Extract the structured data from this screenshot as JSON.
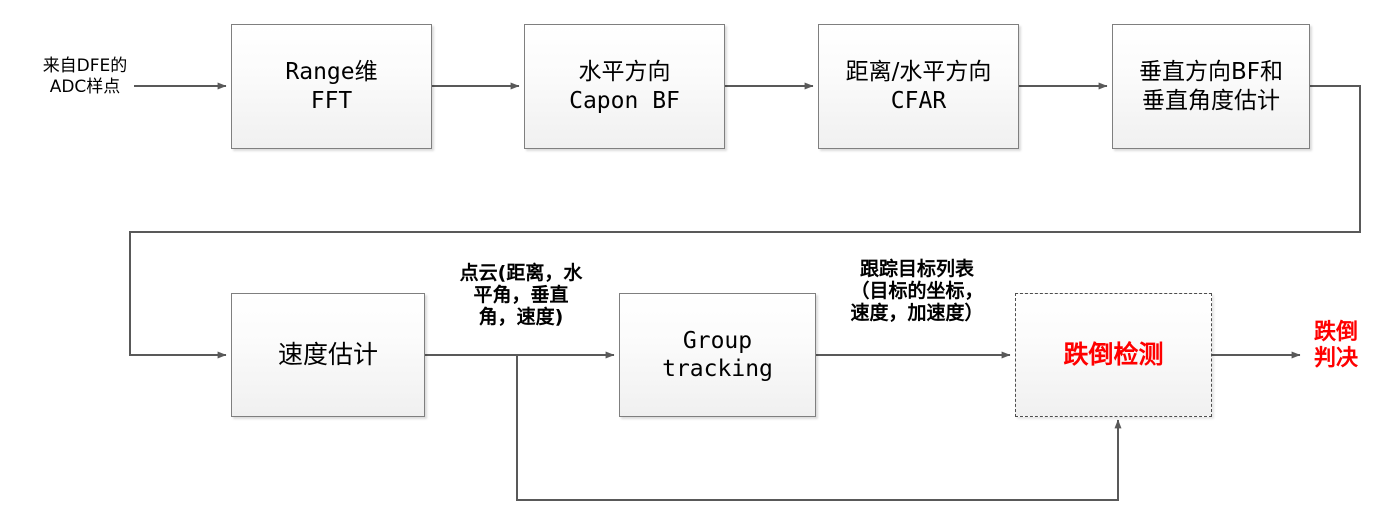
{
  "diagram": {
    "title": "Radar fall detection signal processing chain",
    "colors": {
      "box_border": "#7f7f7f",
      "box_fill": "#f4f4f4",
      "wire": "#595959",
      "accent_red": "#ff0000",
      "text": "#000000"
    },
    "input": {
      "label": "来自DFE的\nADC样点"
    },
    "nodes": [
      {
        "id": "range-fft",
        "line1": "Range维",
        "line2": "FFT",
        "script": "mixed",
        "dashed": false
      },
      {
        "id": "azimuth-capon-bf",
        "line1": "水平方向",
        "line2": "Capon BF",
        "script": "mixed",
        "dashed": false
      },
      {
        "id": "range-azimuth-cfar",
        "line1": "距离/水平方向",
        "line2": "CFAR",
        "script": "mixed",
        "dashed": false
      },
      {
        "id": "elevation-bf",
        "line1": "垂直方向BF和",
        "line2": "垂直角度估计",
        "script": "cjk",
        "dashed": false
      },
      {
        "id": "velocity-estimation",
        "line1": "速度估计",
        "line2": "",
        "script": "cjk",
        "dashed": false
      },
      {
        "id": "group-tracking",
        "line1": "Group",
        "line2": "tracking",
        "script": "mono",
        "dashed": false
      },
      {
        "id": "fall-detection",
        "line1": "跌倒检测",
        "line2": "",
        "script": "cjk",
        "dashed": true
      }
    ],
    "edge_labels": [
      {
        "id": "point-cloud",
        "text": "点云(距离，水\n平角，垂直\n角，速度)"
      },
      {
        "id": "track-list",
        "text": "跟踪目标列表\n（目标的坐标，\n速度，加速度）"
      }
    ],
    "output": {
      "label": "跌倒\n判决"
    }
  }
}
